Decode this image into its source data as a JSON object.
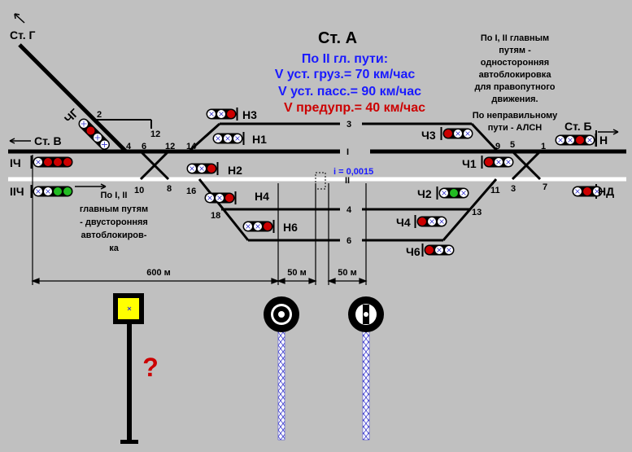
{
  "title": "Ст. А",
  "speed_block": {
    "line1": "По II гл. пути:",
    "line2": "V уст. груз.= 70 км/час",
    "line3": "V уст. пасс.= 90 км/час",
    "line4": "V предупр.= 40 км/час"
  },
  "note_right": [
    "По I, II главным",
    "путям -",
    "односторонняя",
    "автоблокировка",
    "для правопутного",
    "движения.",
    "По неправильному",
    "пути - АЛСН"
  ],
  "note_left": [
    "По I,  II",
    "главным путям",
    "- двусторонняя",
    "автоблокиров-",
    "ка"
  ],
  "stations": {
    "g": "Ст. Г",
    "v": "Ст. В",
    "b": "Ст. Б"
  },
  "tracks": {
    "t1": "I",
    "t2": "II",
    "t3": "3",
    "t4": "4",
    "t6": "6"
  },
  "gradient": "i = 0,0015",
  "signals": {
    "chg": "ЧГ",
    "n3": "Н3",
    "n1": "Н1",
    "n2": "Н2",
    "n4": "Н4",
    "n6": "Н6",
    "ch3": "Ч3",
    "ch1": "Ч1",
    "ch2": "Ч2",
    "ch4": "Ч4",
    "ch6": "Ч6",
    "ich1": "IЧ",
    "ich2": "IIЧ",
    "n": "Н",
    "nd": "НД"
  },
  "switches": {
    "s1": "1",
    "s2": "2",
    "s3": "3",
    "s4": "4",
    "s5": "5",
    "s6": "6",
    "s7": "7",
    "s8": "8",
    "s9": "9",
    "s10": "10",
    "s11": "11",
    "s12": "12",
    "s12b": "12",
    "s13": "13",
    "s14": "14",
    "s16": "16",
    "s18": "18"
  },
  "dimensions": {
    "d600": "600 м",
    "d50a": "50 м",
    "d50b": "50 м"
  },
  "question": "?",
  "colors": {
    "red": "#cc0000",
    "green": "#22bb22",
    "blue": "#1a1aff",
    "sign_yellow": "#ffff00"
  }
}
